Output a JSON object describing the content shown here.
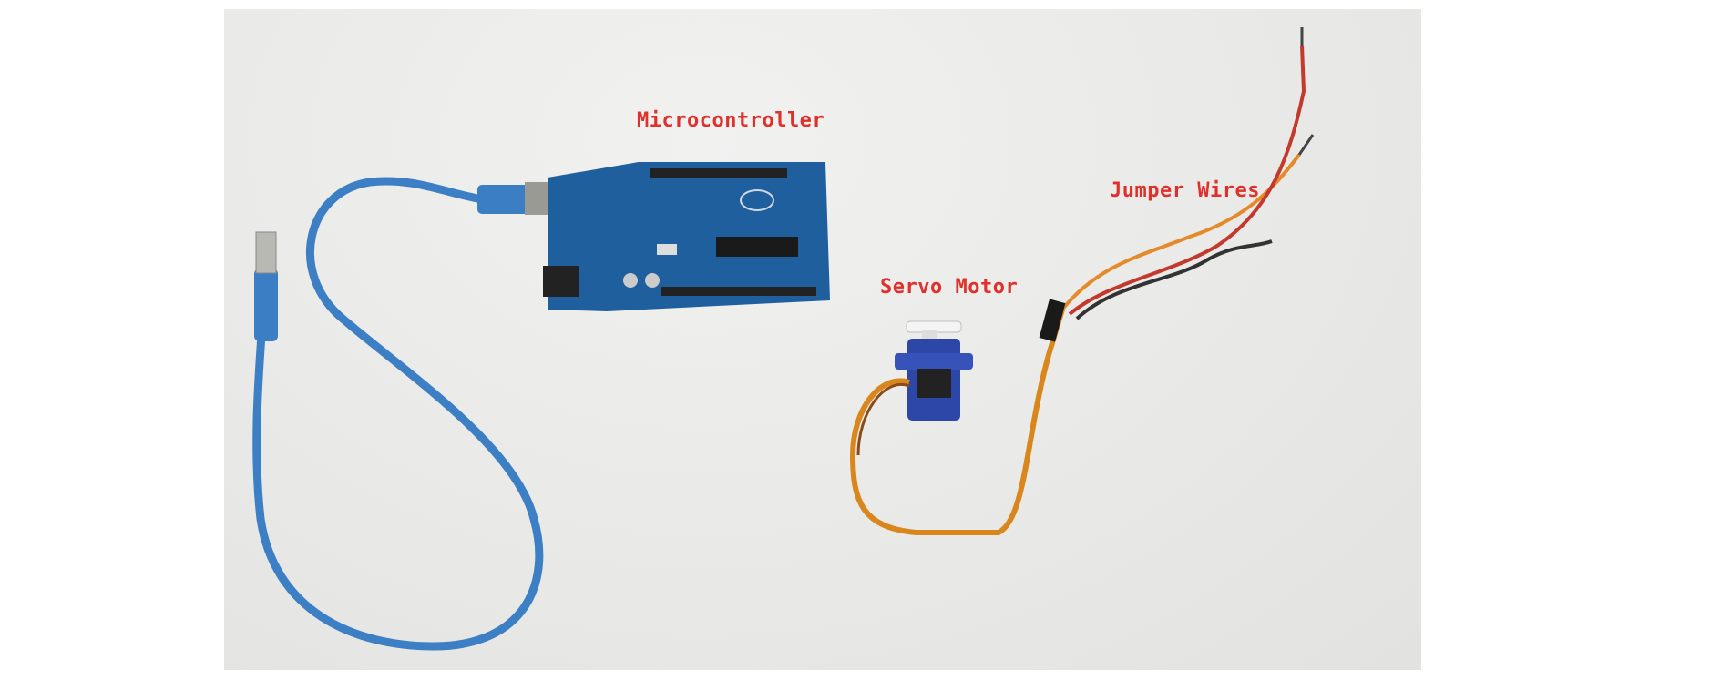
{
  "labels": {
    "microcontroller": "Microcontroller",
    "servo_motor": "Servo Motor",
    "jumper_wires": "Jumper Wires"
  },
  "colors": {
    "label": "#e0302b",
    "board": "#1f5f9e",
    "cable": "#3d7fc4"
  }
}
